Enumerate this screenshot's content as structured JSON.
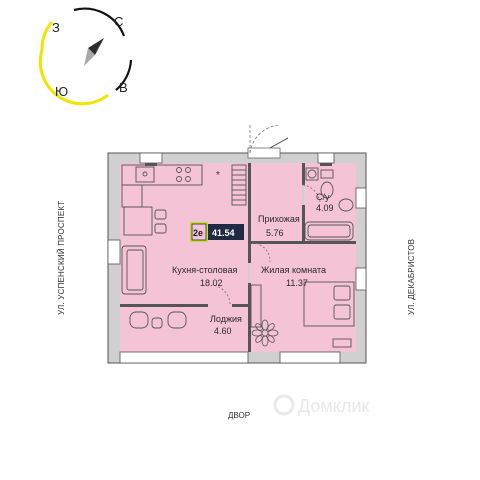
{
  "compass": {
    "west": "З",
    "north": "С",
    "south": "Ю",
    "east": "В"
  },
  "streets": {
    "left": "УЛ. УСПЕНСКИЙ ПРОСПЕКТ",
    "right": "УЛ. ДЕКАБРИСТОВ"
  },
  "yard_label": "ДВОР",
  "badge": {
    "type": "2е",
    "area": "41.54"
  },
  "rooms": {
    "hall": {
      "name": "Прихожая",
      "area": "5.76"
    },
    "bath": {
      "name": "С/у",
      "area": "4.09"
    },
    "kitchen": {
      "name": "Кухня-столовая",
      "area": "18.02"
    },
    "living": {
      "name": "Жилая комната",
      "area": "11.37"
    },
    "loggia": {
      "name": "Лоджия",
      "area": "4.60"
    }
  },
  "watermark": "Домклик",
  "colors": {
    "room_fill": "#f5c3d6",
    "wall_fill": "#d0d0d0",
    "badge_accent": "#c7e024",
    "badge_dark": "#1f2a44",
    "compass_yellow": "#f2e400"
  }
}
